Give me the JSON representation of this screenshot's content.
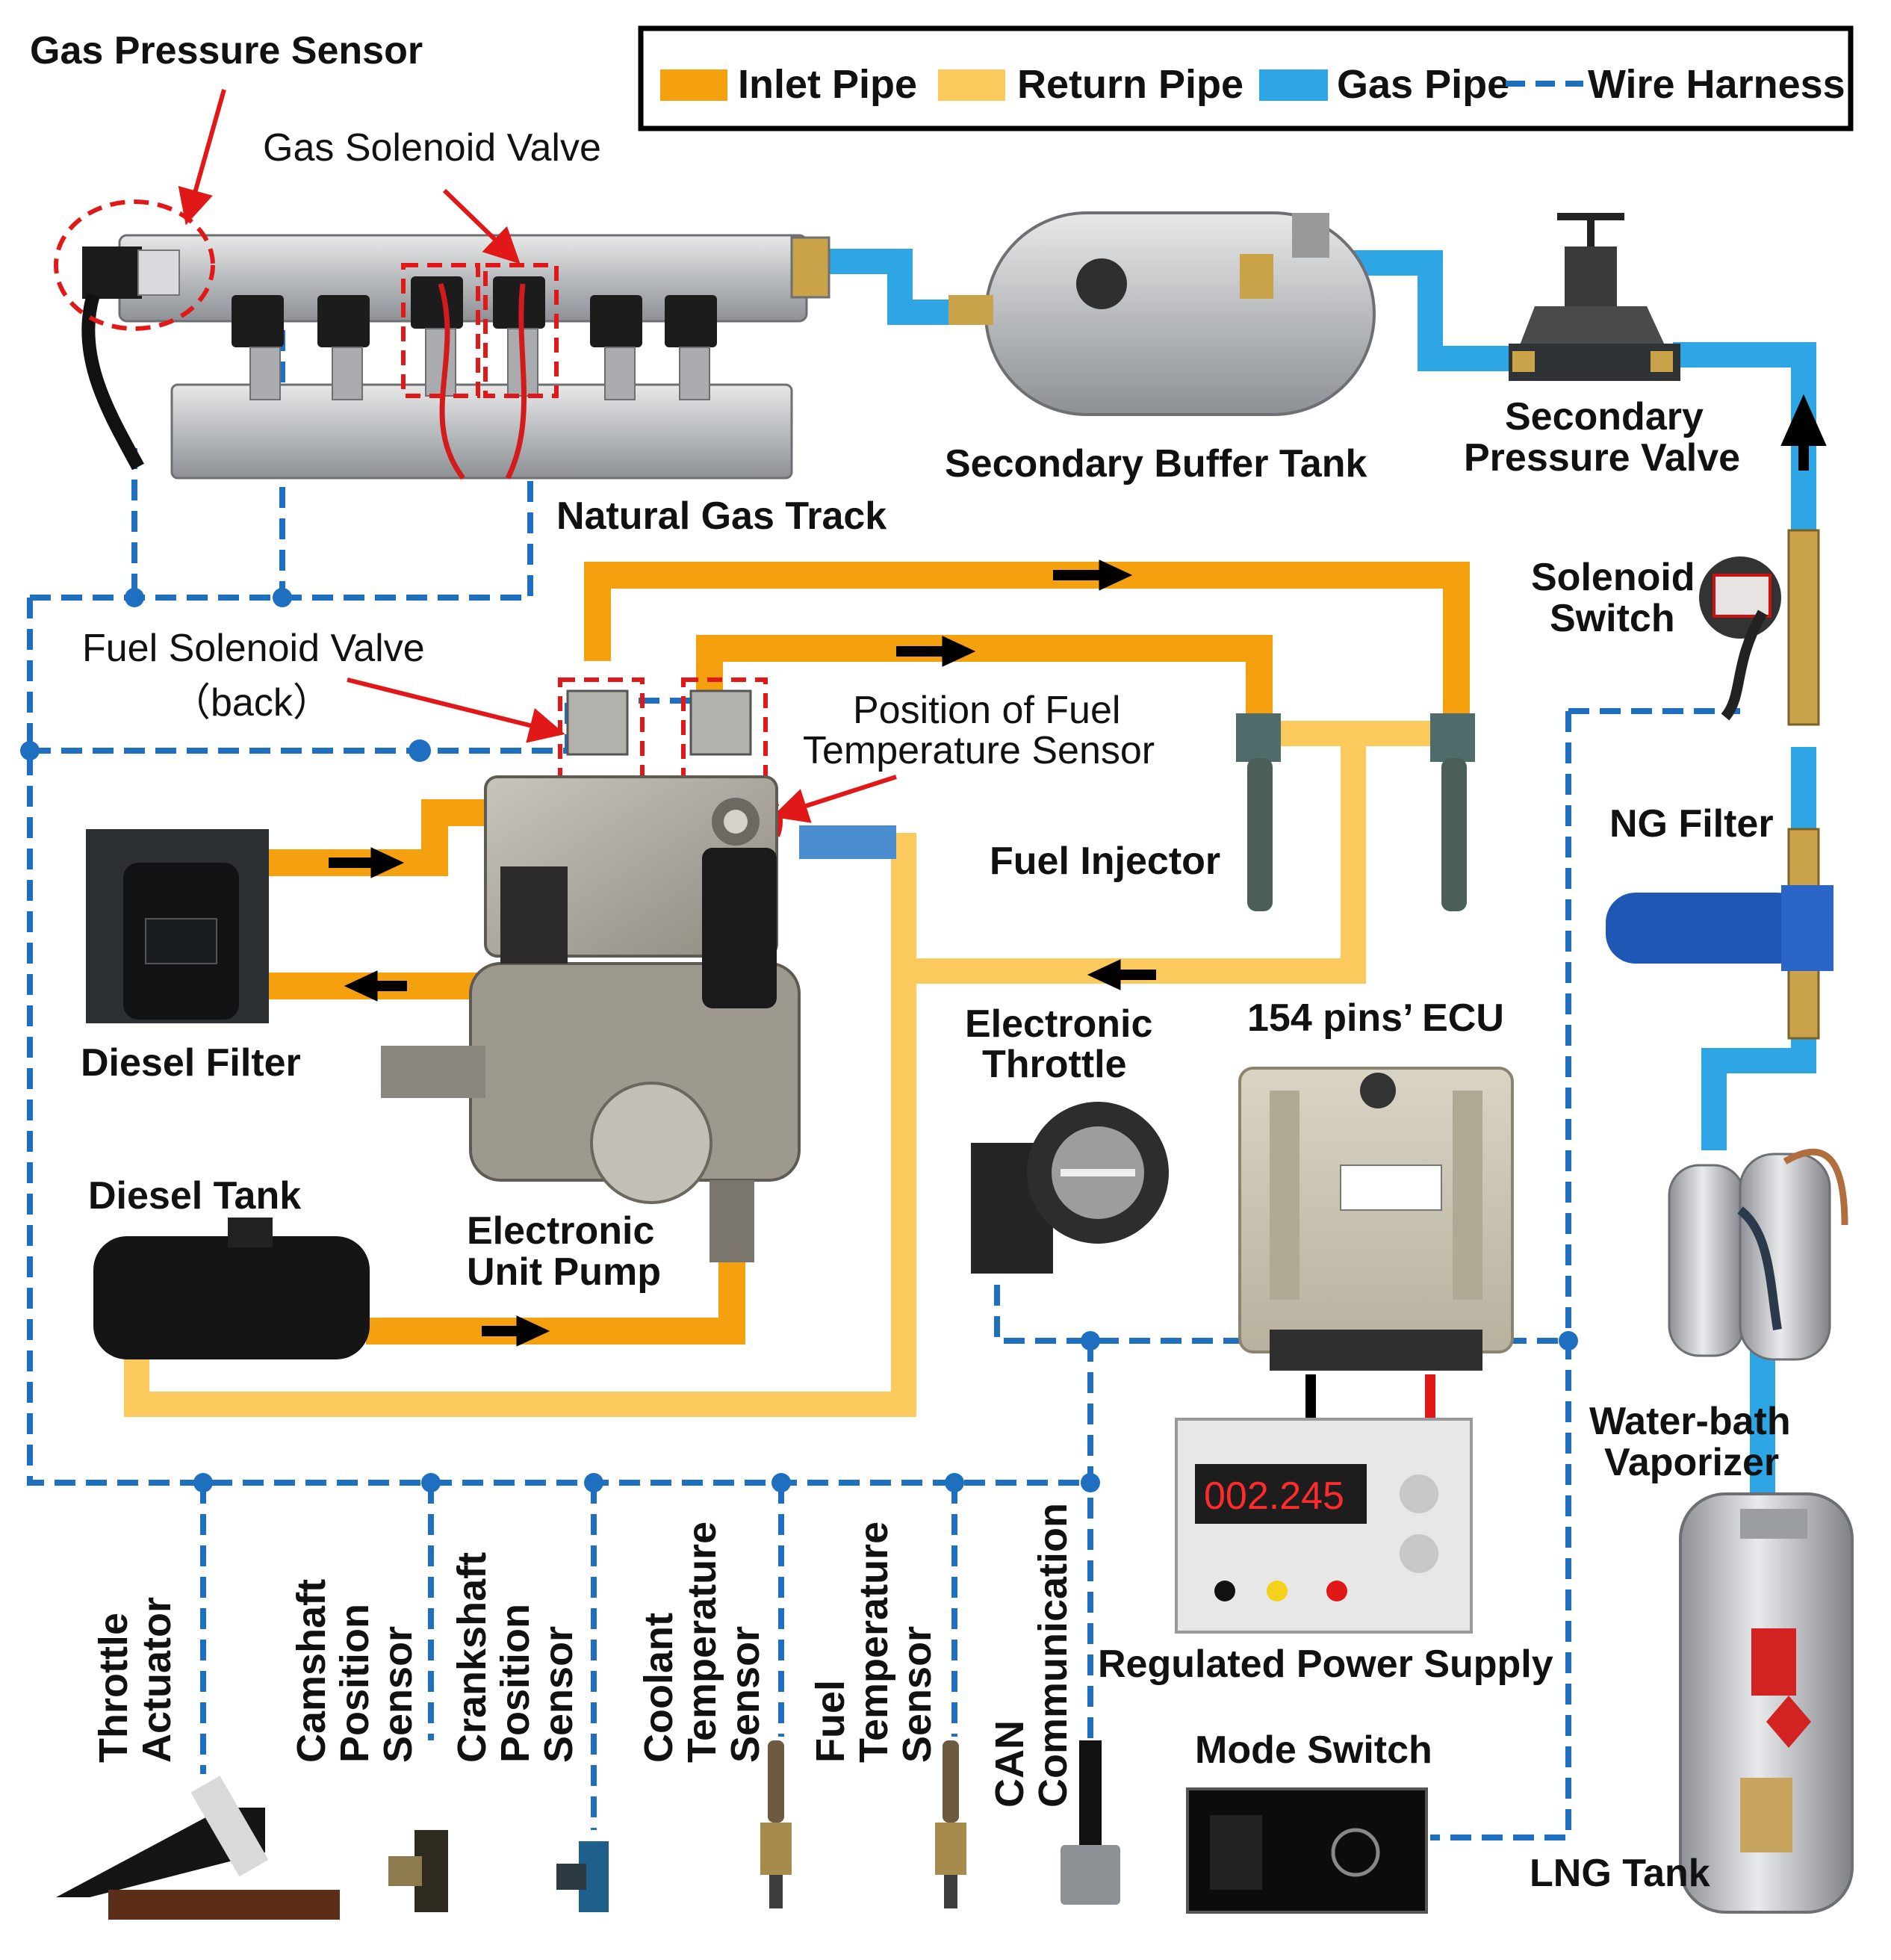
{
  "colors": {
    "inlet_pipe": "#f5a00f",
    "return_pipe": "#fcc95c",
    "gas_pipe": "#2ea6e6",
    "wire_harness": "#1f6fc0",
    "callout_red": "#e01818"
  },
  "legend": {
    "inlet": "Inlet Pipe",
    "return": "Return Pipe",
    "gas": "Gas Pipe",
    "wire": "Wire Harness"
  },
  "labels": {
    "gas_pressure_sensor": "Gas Pressure Sensor",
    "gas_solenoid_valve": "Gas Solenoid Valve",
    "natural_gas_track": "Natural Gas Track",
    "secondary_buffer_tank": "Secondary Buffer Tank",
    "secondary_pressure_valve_1": "Secondary",
    "secondary_pressure_valve_2": "Pressure Valve",
    "solenoid_switch_1": "Solenoid",
    "solenoid_switch_2": "Switch",
    "fuel_solenoid_valve_1": "Fuel Solenoid Valve",
    "fuel_solenoid_valve_2": "（back）",
    "fuel_temp_position_1": "Position of Fuel",
    "fuel_temp_position_2": "Temperature Sensor",
    "fuel_injector": "Fuel Injector",
    "ng_filter": "NG Filter",
    "diesel_filter": "Diesel Filter",
    "electronic_throttle_1": "Electronic",
    "electronic_throttle_2": "Throttle",
    "ecu": "154 pins’ ECU",
    "diesel_tank": "Diesel Tank",
    "electronic_unit_pump_1": "Electronic",
    "electronic_unit_pump_2": "Unit Pump",
    "water_bath_vaporizer_1": "Water-bath",
    "water_bath_vaporizer_2": "Vaporizer",
    "regulated_power_supply": "Regulated Power Supply",
    "mode_switch": "Mode Switch",
    "lng_tank": "LNG Tank",
    "power_supply_display": "002.245"
  },
  "sensors": [
    {
      "lines": [
        "Throttle",
        "Actuator"
      ]
    },
    {
      "lines": [
        "Camshaft",
        "Position",
        "Sensor"
      ]
    },
    {
      "lines": [
        "Crankshaft",
        "Position",
        "Sensor"
      ]
    },
    {
      "lines": [
        "Coolant",
        "Temperature",
        "Sensor"
      ]
    },
    {
      "lines": [
        "Fuel",
        "Temperature",
        "Sensor"
      ]
    },
    {
      "lines": [
        "CAN",
        "Communication"
      ]
    }
  ]
}
